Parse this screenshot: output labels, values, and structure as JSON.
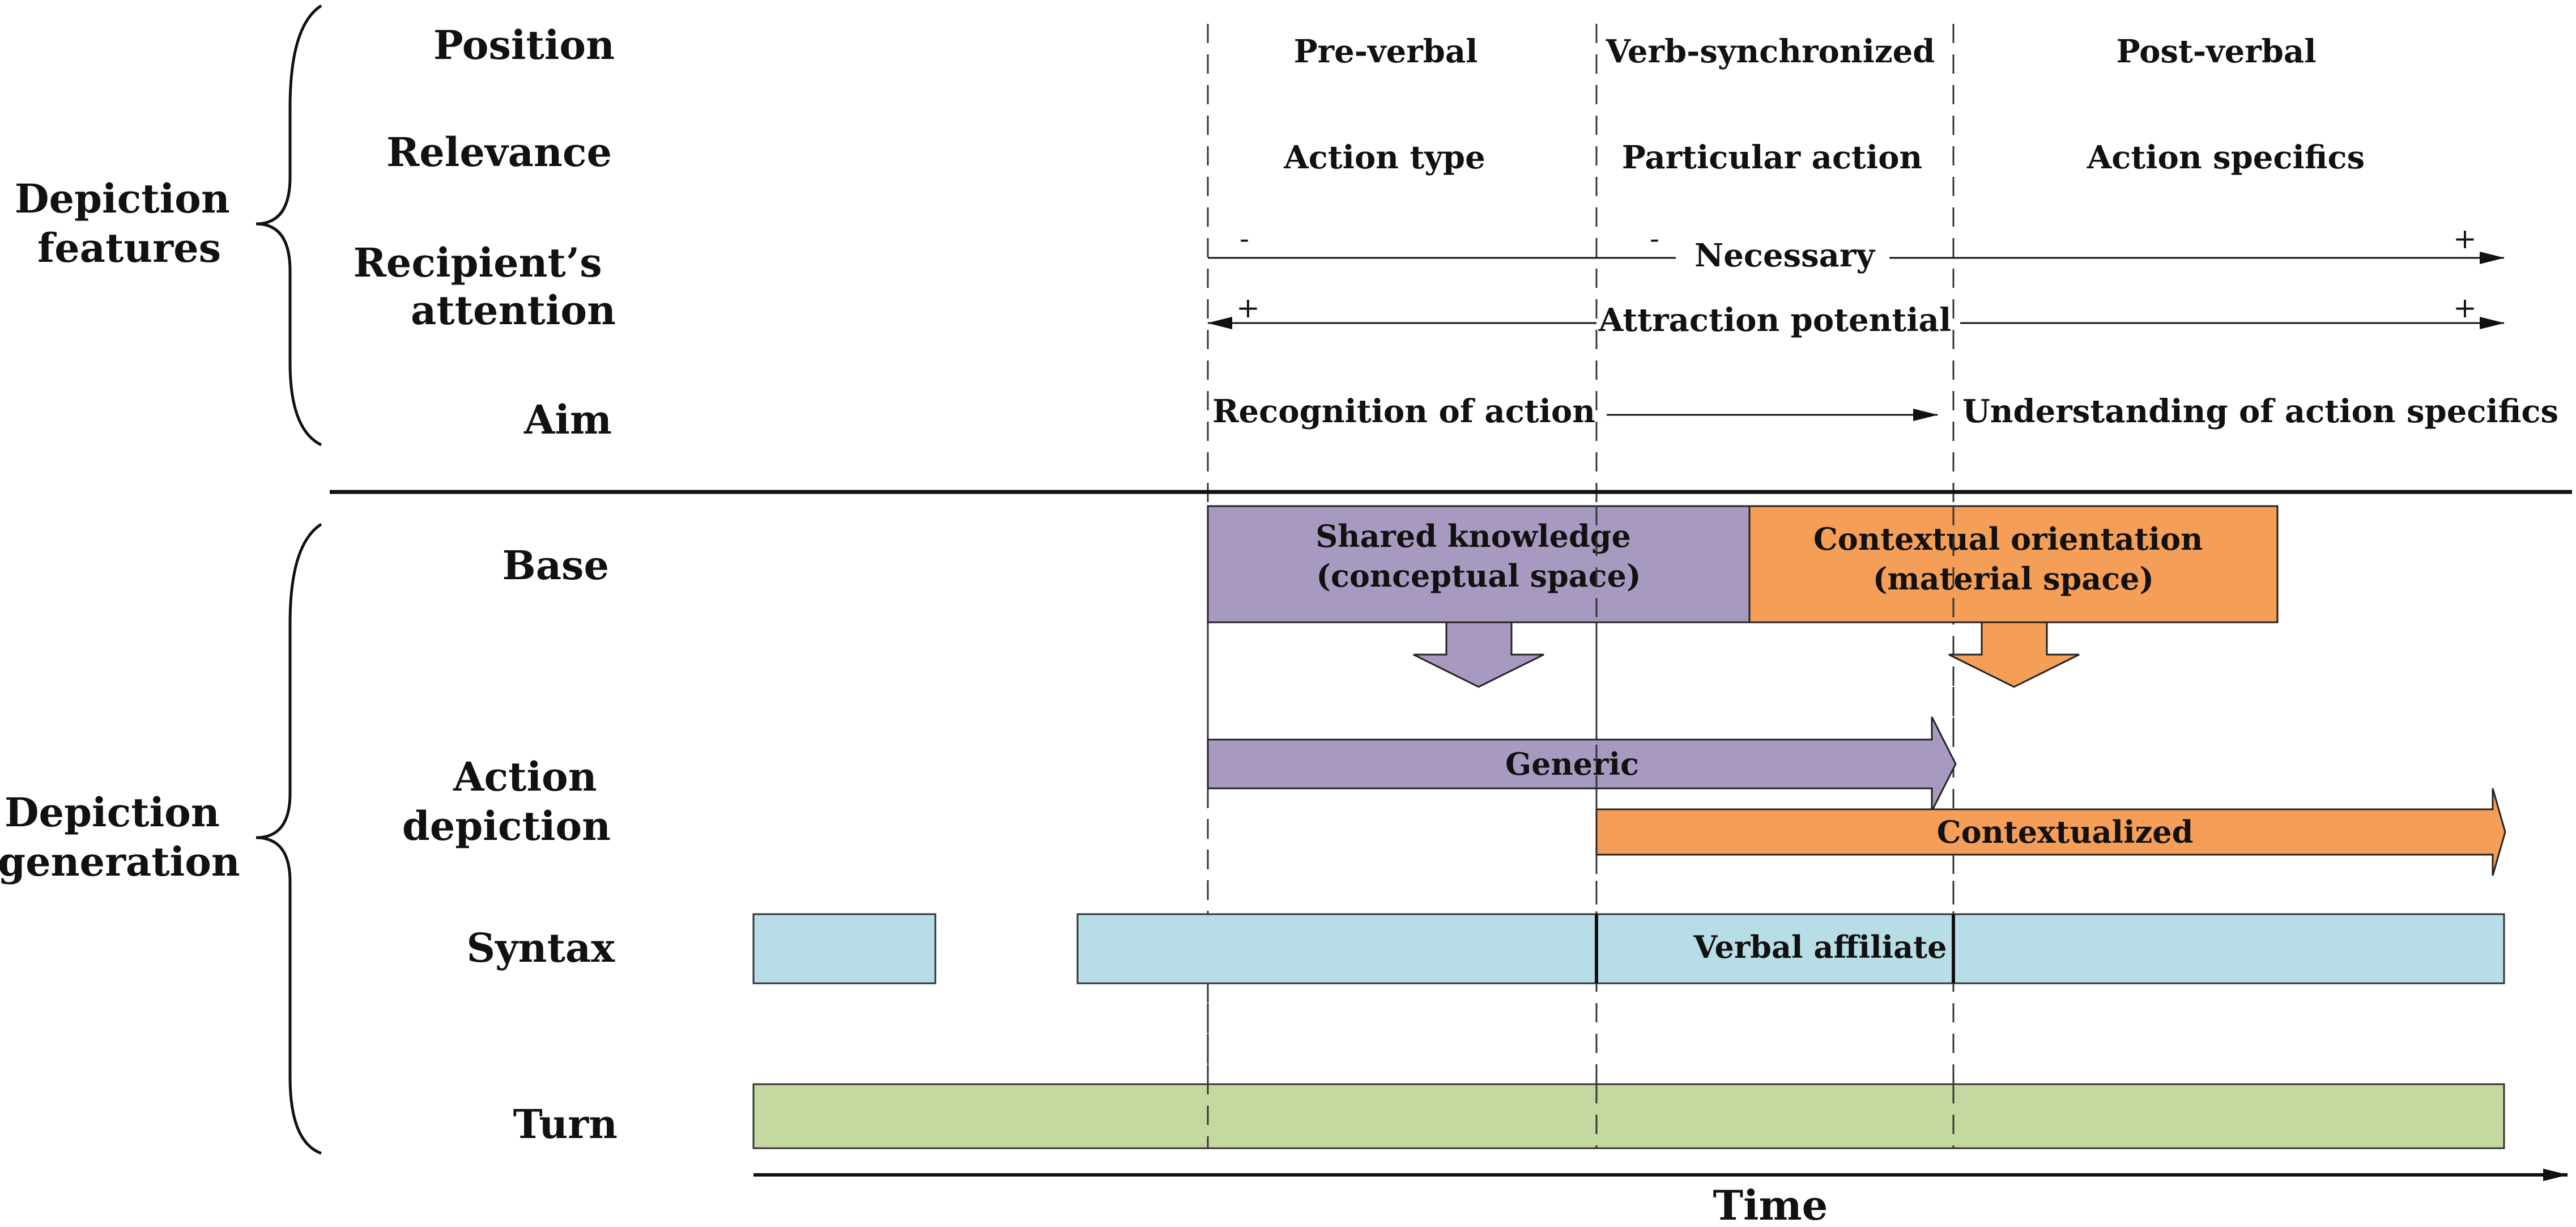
{
  "groups": {
    "features": [
      "Depiction",
      "features"
    ],
    "generation": [
      "Depiction",
      "generation"
    ]
  },
  "rows": {
    "position": [
      "Position"
    ],
    "relevance": [
      "Relevance"
    ],
    "attention": [
      "Recipient’s",
      "attention"
    ],
    "aim": [
      "Aim"
    ],
    "base": [
      "Base"
    ],
    "action_depiction": [
      "Action",
      "depiction"
    ],
    "syntax": [
      "Syntax"
    ],
    "turn": [
      "Turn"
    ]
  },
  "position": {
    "pre": "Pre-verbal",
    "sync": "Verb-synchronized",
    "post": "Post-verbal"
  },
  "relevance": {
    "pre": "Action type",
    "sync": "Particular action",
    "post": "Action specifics"
  },
  "attention": {
    "necessary_label": "Necessary",
    "necessary_signs": [
      "-",
      "-",
      "+"
    ],
    "attraction_label": "Attraction potential",
    "attraction_signs": [
      "+",
      "+"
    ]
  },
  "aim": {
    "start": "Recognition of action",
    "end": "Understanding of action specifics"
  },
  "base": {
    "shared": [
      "Shared knowledge",
      "(conceptual space)"
    ],
    "contextual": [
      "Contextual orientation",
      "(material space)"
    ]
  },
  "action_depiction": {
    "generic": "Generic",
    "contextualized": "Contextualized"
  },
  "syntax": {
    "verbal_affiliate": "Verbal affiliate"
  },
  "axis": {
    "label": "Time"
  },
  "colors": {
    "purple": "#a899c1",
    "orange": "#f49e57",
    "light_blue": "#b7dde6",
    "green": "#c5d8a0",
    "line": "#111111"
  }
}
